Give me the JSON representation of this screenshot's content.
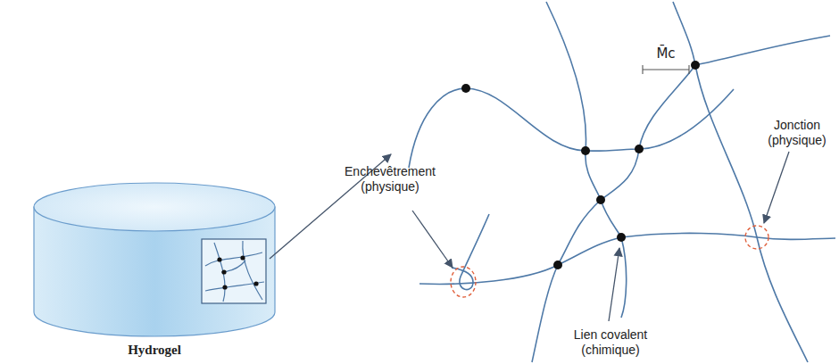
{
  "diagram": {
    "labels": [
      "Hydrogel",
      "M̄c",
      "Enchevêtrement (physique)",
      "Jonction (physique)",
      "Lien covalent (chimique)"
    ]
  }
}
